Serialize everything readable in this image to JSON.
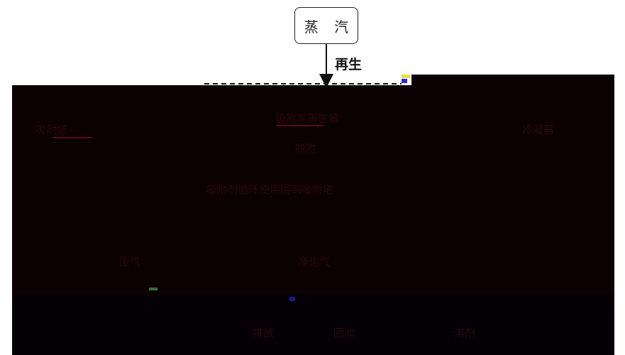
{
  "steam_box": {
    "label": "蒸 汽"
  },
  "arrow": {
    "label": "再生"
  },
  "obscured_text": {
    "top_left": "吸附塔",
    "top_center_1": "吸附剂再生器",
    "top_center_2": "脱附",
    "top_right": "冷凝器",
    "middle": "吸附剂循环使用回到吸附塔",
    "lower_left": "废气",
    "lower_center": "净化气",
    "bottom_1": "排放",
    "bottom_2": "回收",
    "bottom_3": "溶剂"
  },
  "colors": {
    "panel": "#0b0002",
    "steam_border": "#222222"
  }
}
